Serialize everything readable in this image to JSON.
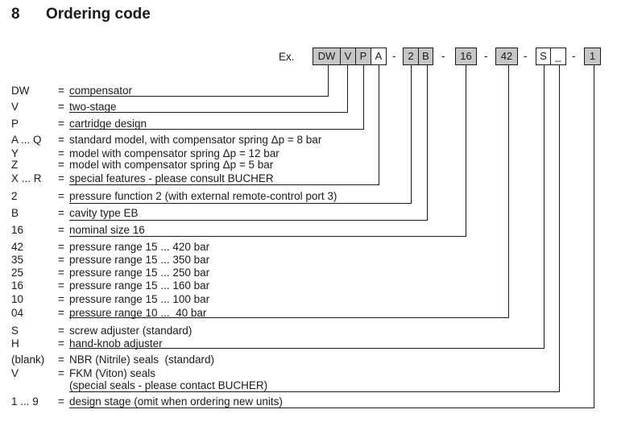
{
  "title": {
    "number": "8",
    "text": "Ordering code"
  },
  "example": {
    "label": "Ex.",
    "separator": "-",
    "boxes": [
      {
        "text": "DW",
        "filled": true
      },
      {
        "text": "V",
        "filled": true
      },
      {
        "text": "P",
        "filled": true
      },
      {
        "text": "A",
        "filled": false
      },
      {
        "text": "2",
        "filled": true
      },
      {
        "text": "B",
        "filled": true
      },
      {
        "text": "16",
        "filled": true
      },
      {
        "text": "42",
        "filled": true
      },
      {
        "text": "S",
        "filled": false
      },
      {
        "text": "_",
        "filled": false
      },
      {
        "text": "1",
        "filled": true
      }
    ]
  },
  "rows": [
    {
      "code": "DW",
      "eq": "=",
      "desc": "compensator"
    },
    {
      "code": "V",
      "eq": "=",
      "desc": "two-stage"
    },
    {
      "code": "P",
      "eq": "=",
      "desc": "cartridge design"
    },
    {
      "code": "A ... Q",
      "eq": "=",
      "desc": "standard model, with compensator spring Δp = 8 bar"
    },
    {
      "code": "Y",
      "eq": "=",
      "desc": "model with compensator spring Δp = 12 bar"
    },
    {
      "code": "Z",
      "eq": "=",
      "desc": "model with compensator spring Δp = 5 bar"
    },
    {
      "code": "X ... R",
      "eq": "=",
      "desc": "special features - please consult BUCHER"
    },
    {
      "code": "2",
      "eq": "=",
      "desc": "pressure function 2 (with external remote-control port 3)"
    },
    {
      "code": "B",
      "eq": "=",
      "desc": "cavity type EB"
    },
    {
      "code": "16",
      "eq": "=",
      "desc": "nominal size 16"
    },
    {
      "code": "42",
      "eq": "=",
      "desc": "pressure range 15 ... 420 bar"
    },
    {
      "code": "35",
      "eq": "=",
      "desc": "pressure range 15 ... 350 bar"
    },
    {
      "code": "25",
      "eq": "=",
      "desc": "pressure range 15 ... 250 bar"
    },
    {
      "code": "16",
      "eq": "=",
      "desc": "pressure range 15 ... 160 bar"
    },
    {
      "code": "10",
      "eq": "=",
      "desc": "pressure range 15 ... 100 bar"
    },
    {
      "code": "04",
      "eq": "=",
      "desc": "pressure range 10 ...  40 bar"
    },
    {
      "code": "S",
      "eq": "=",
      "desc": "screw adjuster (standard)"
    },
    {
      "code": "H",
      "eq": "=",
      "desc": "hand-knob adjuster"
    },
    {
      "code": "(blank)",
      "eq": "=",
      "desc": "NBR (Nitrile) seals  (standard)"
    },
    {
      "code": "V",
      "eq": "=",
      "desc": "FKM (Viton) seals"
    },
    {
      "code": "",
      "eq": "",
      "desc": "(special seals - please contact BUCHER)"
    },
    {
      "code": "1 ... 9",
      "eq": "=",
      "desc": "design stage (omit when ordering new units)"
    }
  ],
  "colors": {
    "box_fill": "#c6c6c6",
    "line": "#1a1a1a"
  }
}
